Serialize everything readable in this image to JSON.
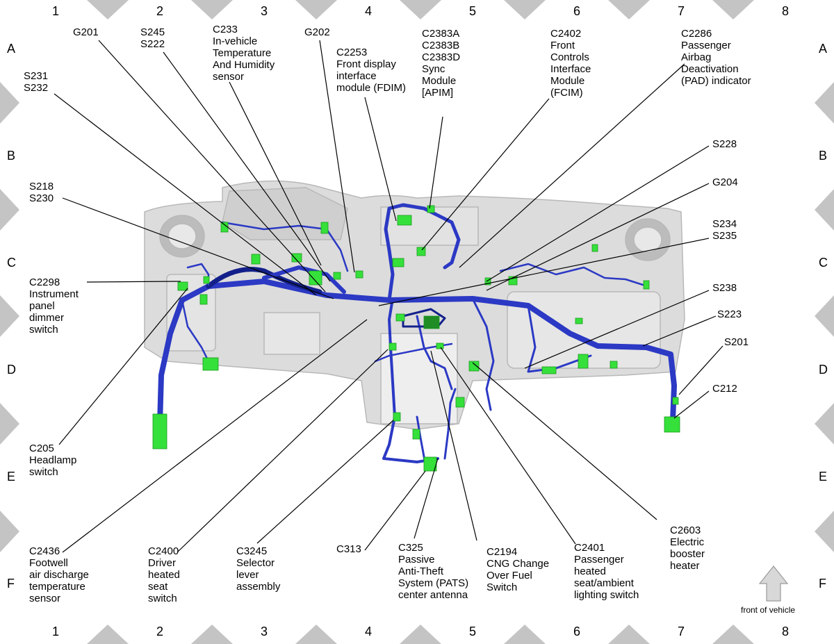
{
  "grid": {
    "columns": [
      "1",
      "2",
      "3",
      "4",
      "5",
      "6",
      "7",
      "8"
    ],
    "rows": [
      "A",
      "B",
      "C",
      "D",
      "E",
      "F"
    ]
  },
  "colors": {
    "harness": "#2b39c4",
    "harness_dark": "#13208a",
    "connector": "#35e03a",
    "dash": "#d6d6d6",
    "border_triangle": "#c4c4c4"
  },
  "labels": {
    "g201": "G201",
    "s245_s222": "S245\nS222",
    "c233": "C233\nIn-vehicle\nTemperature\nAnd Humidity\nsensor",
    "g202": "G202",
    "c2253": "C2253\nFront display\ninterface\nmodule (FDIM)",
    "c2383": "C2383A\nC2383B\nC2383D\nSync\nModule\n[APIM]",
    "c2402": "C2402\nFront\nControls\nInterface\nModule\n(FCIM)",
    "c2286": "C2286\nPassenger\nAirbag\nDeactivation\n(PAD) indicator",
    "s231_s232": "S231\nS232",
    "s228": "S228",
    "g204": "G204",
    "s218_s230": "S218\nS230",
    "s234_s235": "S234\nS235",
    "c2298": "C2298\nInstrument\npanel\ndimmer\nswitch",
    "s238": "S238",
    "s223": "S223",
    "s201": "S201",
    "c212": "C212",
    "c205": "C205\nHeadlamp\nswitch",
    "c2603": "C2603\nElectric\nbooster\nheater",
    "c2436": "C2436\nFootwell\nair discharge\ntemperature\nsensor",
    "c2400": "C2400\nDriver\nheated\nseat\nswitch",
    "c3245": "C3245\nSelector\nlever\nassembly",
    "c313": "C313",
    "c325": "C325\nPassive\nAnti-Theft\nSystem (PATS)\ncenter antenna",
    "c2194": "C2194\nCNG Change\nOver Fuel\nSwitch",
    "c2401": "C2401\nPassenger\nheated\nseat/ambient\nlighting switch"
  },
  "front_of_vehicle": "front of vehicle"
}
